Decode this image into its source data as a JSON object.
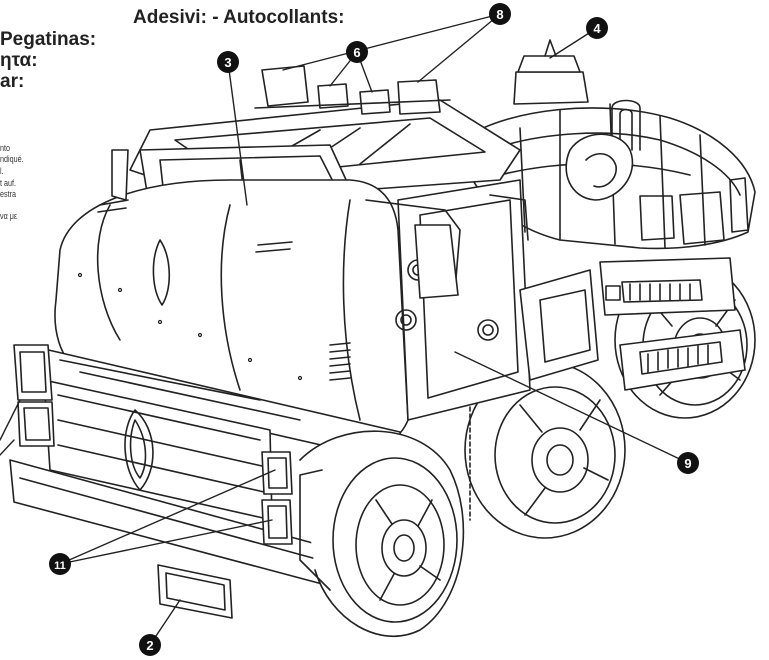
{
  "heading": {
    "line1": "Adesivi: - Autocollants:",
    "line2": "Pegatinas:",
    "line3": "ητα:",
    "line4": "ar:"
  },
  "instructions": [
    "nto",
    "ndiqué.",
    "l.",
    "t auf.",
    "estra",
    "να με"
  ],
  "callouts": {
    "c8": "8",
    "c4": "4",
    "c3": "3",
    "c6": "6",
    "c9": "9",
    "c11": "11",
    "c2": "2"
  },
  "colors": {
    "ink": "#222222",
    "badge": "#111111",
    "paper": "#ffffff"
  }
}
